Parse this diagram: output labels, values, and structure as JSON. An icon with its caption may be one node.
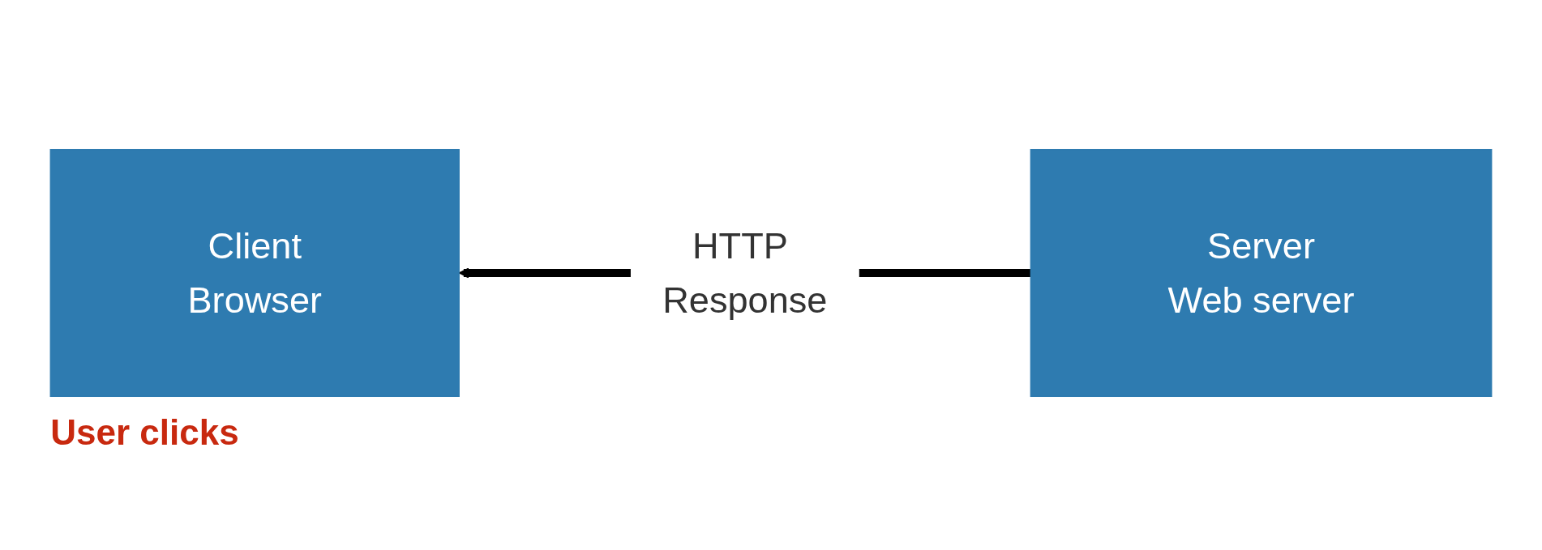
{
  "diagram": {
    "nodes": [
      {
        "text": [
          "Client",
          "Browser"
        ],
        "beside": [
          "User clicks"
        ]
      },
      {
        "text": [
          "Server",
          "Web server"
        ]
      }
    ],
    "edges": [
      {
        "from": 1,
        "to": 0,
        "arrow": "to",
        "label": "HTTP Response"
      }
    ]
  }
}
